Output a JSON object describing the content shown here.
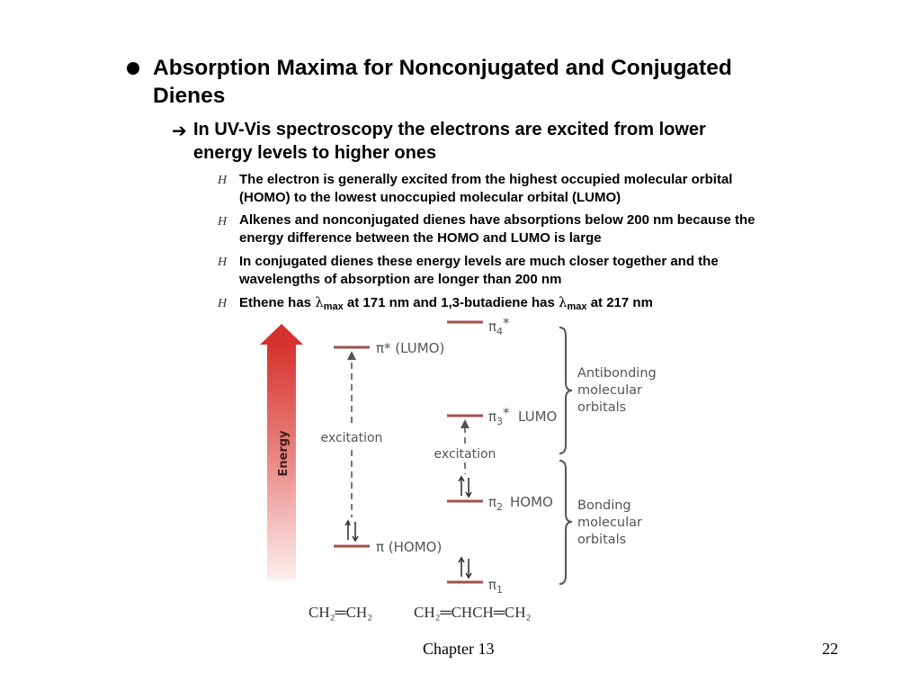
{
  "title_line1": "Absorption Maxima for Nonconjugated and Conjugated",
  "title_line2": "Dienes",
  "subtitle_line1": "In UV-Vis spectroscopy the electrons are excited from lower",
  "subtitle_line2": "energy levels to higher ones",
  "points": [
    {
      "line1": "The electron is generally excited from the highest occupied molecular orbital",
      "line2": "(HOMO) to the lowest unoccupied molecular orbital (LUMO)"
    },
    {
      "line1": "Alkenes and nonconjugated dienes have absorptions below 200 nm because the",
      "line2": "energy difference between the HOMO and LUMO is large"
    },
    {
      "line1": "In conjugated dienes these energy levels are much closer together and the",
      "line2": "wavelengths of absorption are longer than 200 nm"
    }
  ],
  "last_point": {
    "a": "Ethene has ",
    "lambda": "λ",
    "max": "max",
    "b": " at 171 nm and 1,3-butadiene has ",
    "c": " at 217 nm"
  },
  "diagram": {
    "energy_label": "Energy",
    "ethene": {
      "lumo": "π* (LUMO)",
      "homo": "π (HOMO)",
      "excitation": "excitation",
      "formula": "CH₂═CH₂"
    },
    "butadiene": {
      "pi": "π",
      "star": "*",
      "n4": "4",
      "n3": "3",
      "n2": "2",
      "n1": "1",
      "lumo": "LUMO",
      "homo": "HOMO",
      "excitation": "excitation",
      "formula": "CH₂═CHCH═CH₂"
    },
    "antibonding": [
      "Antibonding",
      "molecular",
      "orbitals"
    ],
    "bonding": [
      "Bonding",
      "molecular",
      "orbitals"
    ],
    "level_color": "#a0524a",
    "arrow_color": "#d6322d",
    "text_color": "#555555"
  },
  "footer": {
    "chapter": "Chapter 13",
    "page": "22"
  }
}
